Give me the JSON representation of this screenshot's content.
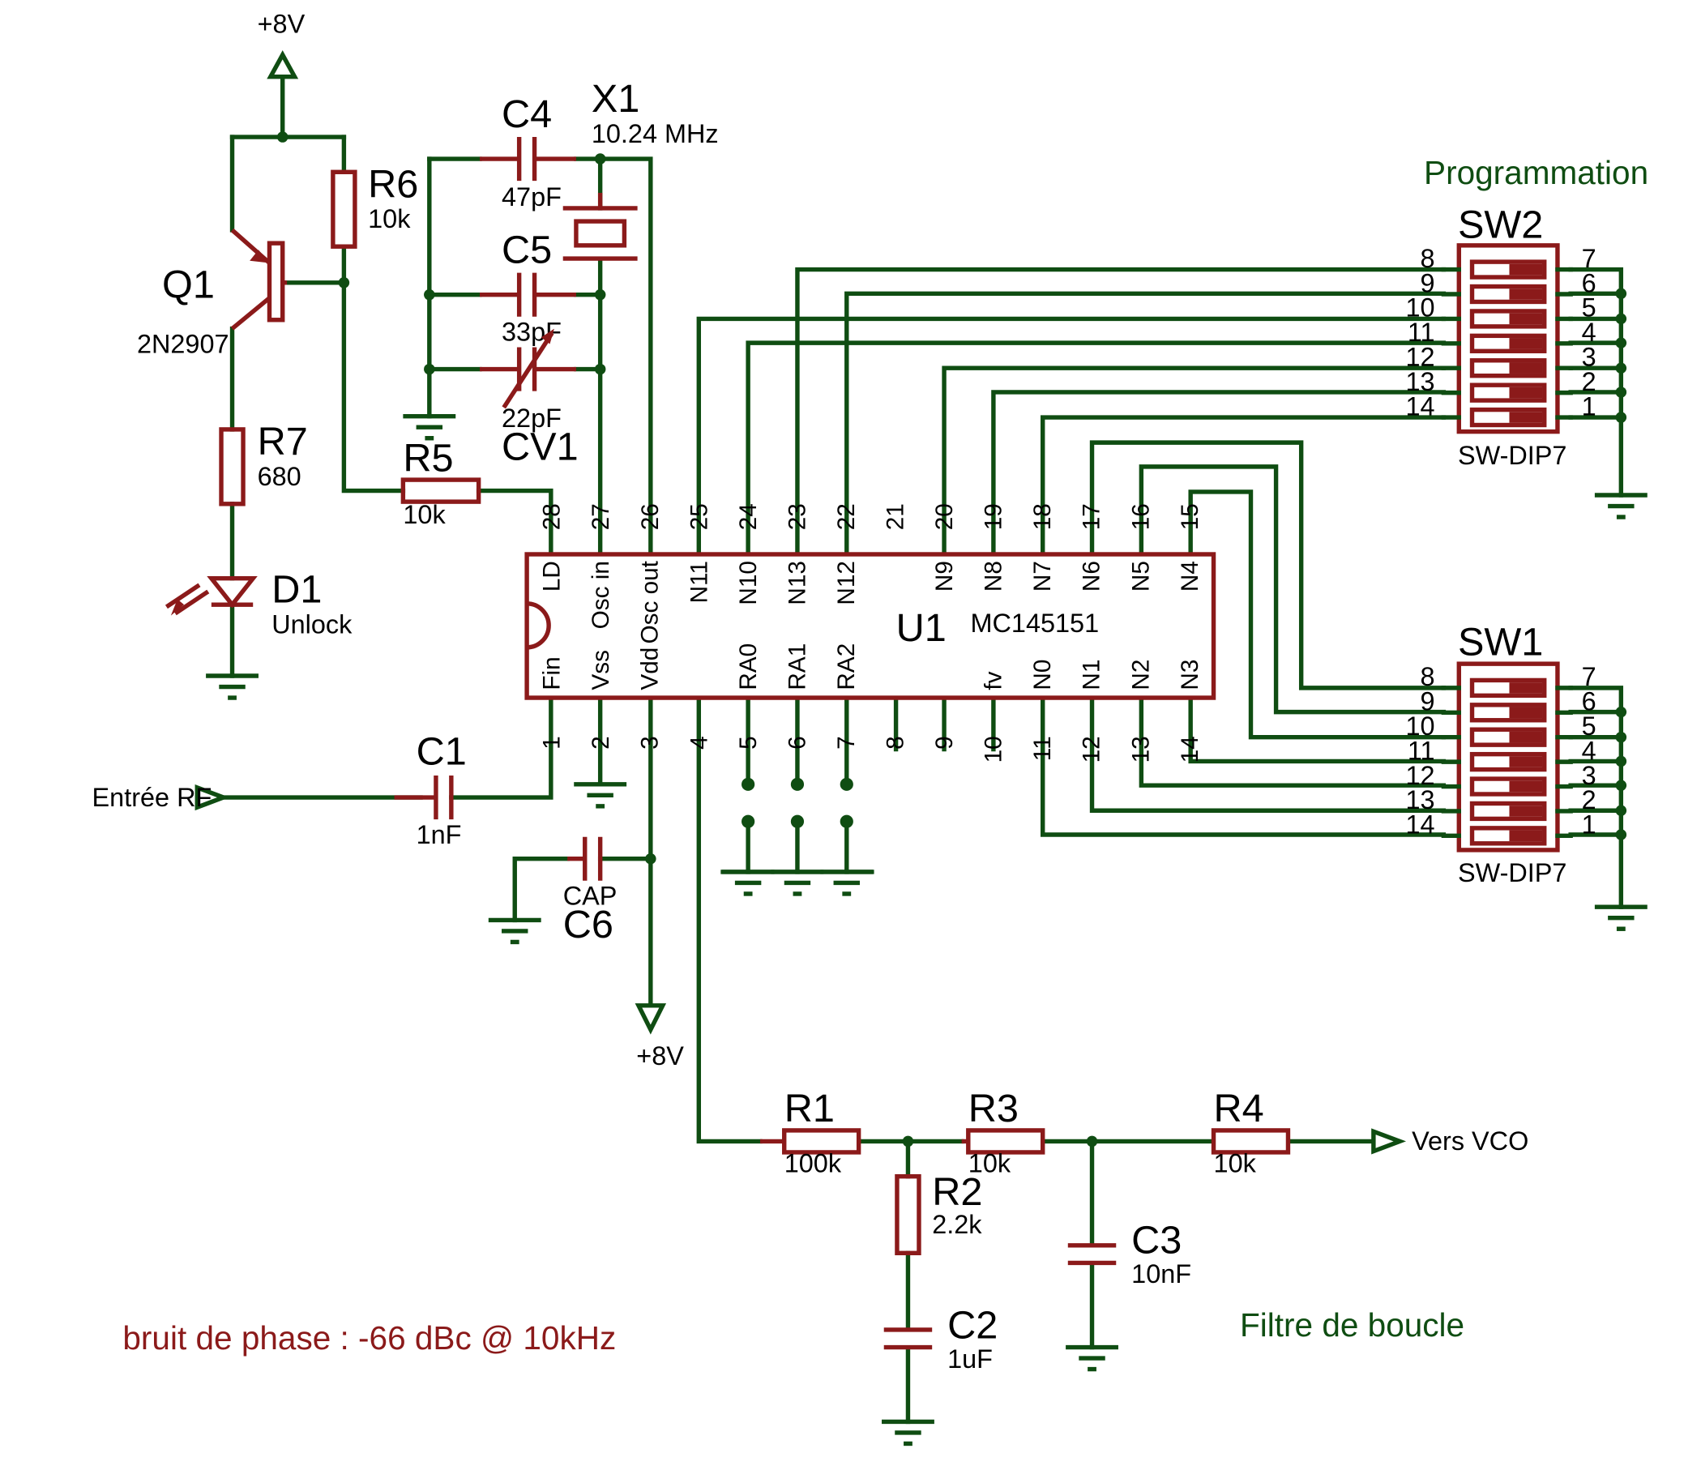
{
  "colors": {
    "wire": "#0f4d12",
    "component": "#8b1a1a",
    "text": "#000000"
  },
  "labels": {
    "plus8v_top": "+8V",
    "plus8v_bottom": "+8V",
    "entree_rf": "Entrée RF",
    "vers_vco": "Vers VCO",
    "programmation": "Programmation",
    "filtre": "Filtre de boucle",
    "bruit": "bruit de phase : -66 dBc @ 10kHz"
  },
  "components": {
    "q1": {
      "ref": "Q1",
      "value": "2N2907"
    },
    "r6": {
      "ref": "R6",
      "value": "10k"
    },
    "r7": {
      "ref": "R7",
      "value": "680"
    },
    "r5": {
      "ref": "R5",
      "value": "10k"
    },
    "d1": {
      "ref": "D1",
      "value": "Unlock"
    },
    "c4": {
      "ref": "C4",
      "value": "47pF"
    },
    "c5": {
      "ref": "C5",
      "value": "33pF"
    },
    "cv1": {
      "ref": "CV1",
      "value": "22pF"
    },
    "x1": {
      "ref": "X1",
      "value": "10.24 MHz"
    },
    "c1": {
      "ref": "C1",
      "value": "1nF"
    },
    "c6": {
      "ref": "C6",
      "value": "CAP"
    },
    "r1": {
      "ref": "R1",
      "value": "100k"
    },
    "r2": {
      "ref": "R2",
      "value": "2.2k"
    },
    "r3": {
      "ref": "R3",
      "value": "10k"
    },
    "r4": {
      "ref": "R4",
      "value": "10k"
    },
    "c2": {
      "ref": "C2",
      "value": "1uF"
    },
    "c3": {
      "ref": "C3",
      "value": "10nF"
    },
    "u1": {
      "ref": "U1",
      "value": "MC145151"
    },
    "sw1": {
      "ref": "SW1",
      "value": "SW-DIP7"
    },
    "sw2": {
      "ref": "SW2",
      "value": "SW-DIP7"
    }
  },
  "u1_pins_top": [
    {
      "num": "28",
      "name": "LD"
    },
    {
      "num": "27",
      "name": "Osc in"
    },
    {
      "num": "26",
      "name": "Osc out"
    },
    {
      "num": "25",
      "name": "N11"
    },
    {
      "num": "24",
      "name": "N10"
    },
    {
      "num": "23",
      "name": "N13"
    },
    {
      "num": "22",
      "name": "N12"
    },
    {
      "num": "21",
      "name": ""
    },
    {
      "num": "20",
      "name": "N9"
    },
    {
      "num": "19",
      "name": "N8"
    },
    {
      "num": "18",
      "name": "N7"
    },
    {
      "num": "17",
      "name": "N6"
    },
    {
      "num": "16",
      "name": "N5"
    },
    {
      "num": "15",
      "name": "N4"
    }
  ],
  "u1_pins_bottom": [
    {
      "num": "1",
      "name": "Fin"
    },
    {
      "num": "2",
      "name": "Vss"
    },
    {
      "num": "3",
      "name": "Vdd"
    },
    {
      "num": "4",
      "name": ""
    },
    {
      "num": "5",
      "name": "RA0"
    },
    {
      "num": "6",
      "name": "RA1"
    },
    {
      "num": "7",
      "name": "RA2"
    },
    {
      "num": "8",
      "name": ""
    },
    {
      "num": "9",
      "name": ""
    },
    {
      "num": "10",
      "name": "fv"
    },
    {
      "num": "11",
      "name": "N0"
    },
    {
      "num": "12",
      "name": "N1"
    },
    {
      "num": "13",
      "name": "N2"
    },
    {
      "num": "14",
      "name": "N3"
    }
  ],
  "sw_left_pins": [
    "8",
    "9",
    "10",
    "11",
    "12",
    "13",
    "14"
  ],
  "sw_right_pins": [
    "7",
    "6",
    "5",
    "4",
    "3",
    "2",
    "1"
  ]
}
